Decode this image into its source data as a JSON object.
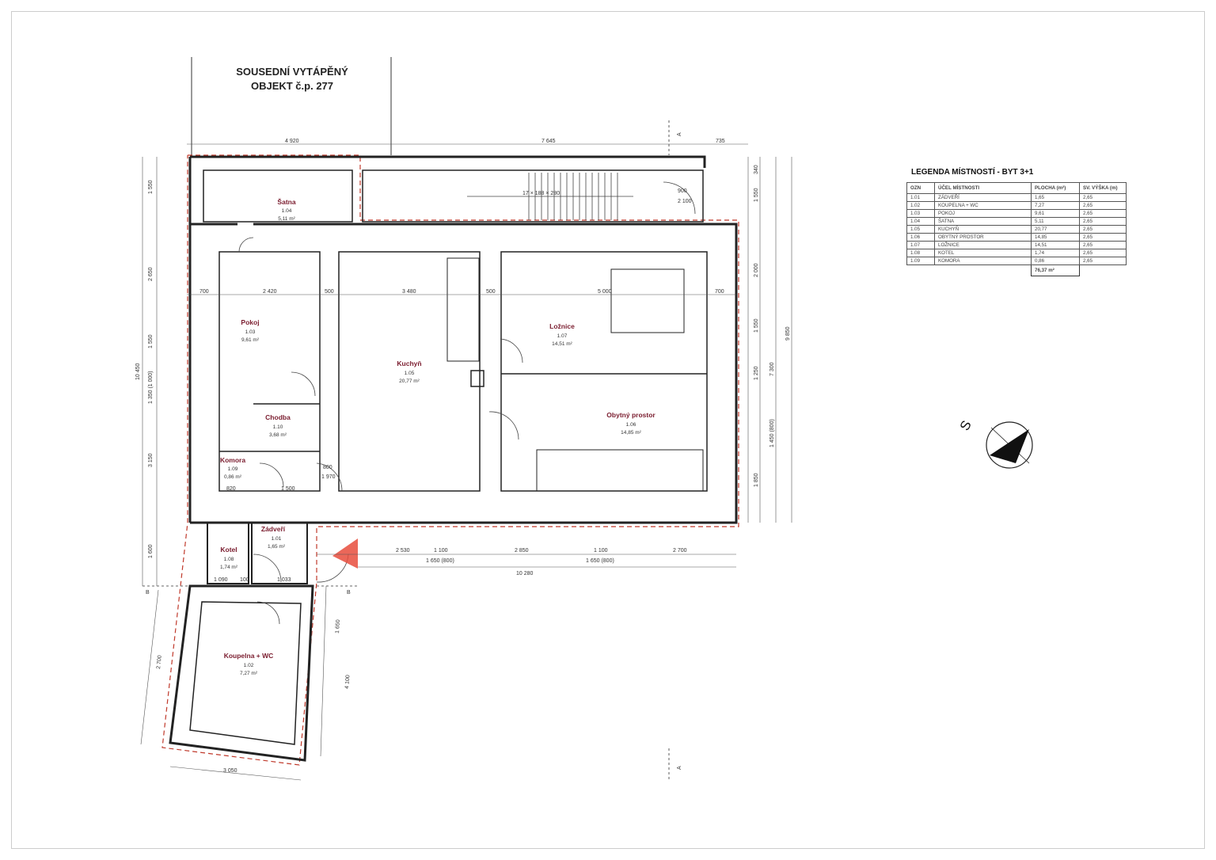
{
  "header": {
    "line1": "SOUSEDNÍ VYTÁPĚNÝ",
    "line2": "OBJEKT č.p. 277"
  },
  "rooms": [
    {
      "name": "Šatna",
      "id": "1.04",
      "area": "5,11 m²"
    },
    {
      "name": "Pokoj",
      "id": "1.03",
      "area": "9,61 m²"
    },
    {
      "name": "Kuchyň",
      "id": "1.05",
      "area": "20,77 m²"
    },
    {
      "name": "Ložnice",
      "id": "1.07",
      "area": "14,51 m²"
    },
    {
      "name": "Obytný prostor",
      "id": "1.06",
      "area": "14,85 m²"
    },
    {
      "name": "Chodba",
      "id": "1.10",
      "area": "3,68 m²"
    },
    {
      "name": "Komora",
      "id": "1.09",
      "area": "0,86 m²"
    },
    {
      "name": "Zádveří",
      "id": "1.01",
      "area": "1,65 m²"
    },
    {
      "name": "Kotel",
      "id": "1.08",
      "area": "1,74 m²"
    },
    {
      "name": "Koupelna + WC",
      "id": "1.02",
      "area": "7,27 m²"
    }
  ],
  "dims": [
    "4 920",
    "7 645",
    "735",
    "700",
    "2 420",
    "500",
    "3 480",
    "500",
    "5 000",
    "700",
    "2 530",
    "1 100",
    "2 850",
    "1 100",
    "2 700",
    "10 280",
    "1 650 (800)",
    "1 650 (800)",
    "1 550",
    "2 650",
    "1 550",
    "3 150",
    "1 600",
    "10 450",
    "2 700",
    "3 050",
    "340",
    "1 550",
    "2 000",
    "1 550",
    "1 250",
    "1 850",
    "7 300",
    "9 850",
    "17 × 188 × 280",
    "900",
    "2 100",
    "800",
    "1 970",
    "1 090",
    "100",
    "1 033",
    "820",
    "1 500",
    "1 350 (1 000)",
    "1 450 (800)",
    "4 100",
    "1 650"
  ],
  "stair_note": "17 × 188 × 280",
  "section_marks": {
    "a": "A",
    "b": "B"
  },
  "compass": {
    "label": "S"
  },
  "accent_colors": {
    "room_label": "#7a1c2e",
    "outline": "#c0392b",
    "entry_marker": "#e74c3c"
  },
  "legend": {
    "title": "LEGENDA MÍSTNOSTÍ - BYT 3+1",
    "columns": [
      "OZN",
      "ÚČEL MÍSTNOSTI",
      "PLOCHA (m²)",
      "SV. VÝŠKA (m)"
    ],
    "rows": [
      [
        "1.01",
        "ZÁDVEŘÍ",
        "1,65",
        "2,65"
      ],
      [
        "1.02",
        "KOUPELNA + WC",
        "7,27",
        "2,65"
      ],
      [
        "1.03",
        "POKOJ",
        "9,61",
        "2,65"
      ],
      [
        "1.04",
        "ŠATNA",
        "5,11",
        "2,65"
      ],
      [
        "1.05",
        "KUCHYŇ",
        "20,77",
        "2,65"
      ],
      [
        "1.06",
        "OBYTNÝ PROSTOR",
        "14,85",
        "2,65"
      ],
      [
        "1.07",
        "LOŽNICE",
        "14,51",
        "2,65"
      ],
      [
        "1.08",
        "KOTEL",
        "1,74",
        "2,65"
      ],
      [
        "1.09",
        "KOMORA",
        "0,86",
        "2,65"
      ]
    ],
    "total": "76,37 m²"
  }
}
